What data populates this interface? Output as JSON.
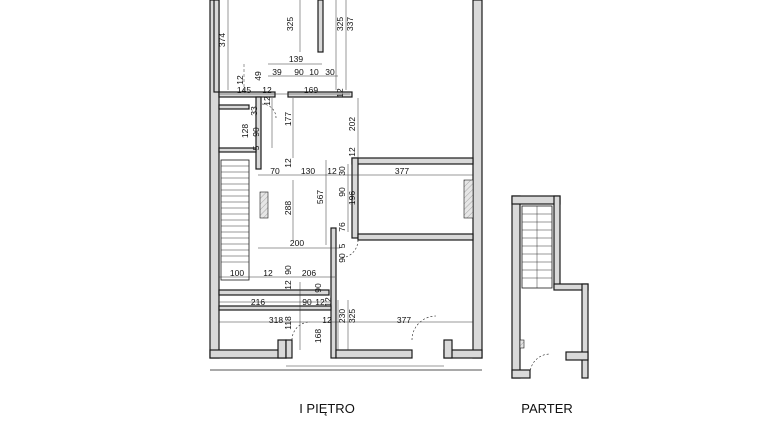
{
  "captions": {
    "first_floor": "I PIĘTRO",
    "ground_floor": "PARTER"
  },
  "dimensions": {
    "d374": "374",
    "d325a": "325",
    "d325b": "325",
    "d337": "337",
    "d139": "139",
    "d39": "39",
    "d90a": "90",
    "d10": "10",
    "d30a": "30",
    "d12a": "12",
    "d49": "49",
    "d145": "145",
    "d12b": "12",
    "d169": "169",
    "d12c": "12",
    "d33": "33",
    "d12d": "12",
    "d128": "128",
    "d5a": "5",
    "d90b": "90",
    "d177": "177",
    "d202": "202",
    "d12e": "12",
    "d12f": "12",
    "d70": "70",
    "d130": "130",
    "d12g": "12",
    "d30b": "30",
    "d377a": "377",
    "d567": "567",
    "d90c": "90",
    "d196": "196",
    "d288": "288",
    "d76": "76",
    "d200": "200",
    "d5b": "5",
    "d90d": "90",
    "d100": "100",
    "d12h": "12",
    "d90e": "90",
    "d206": "206",
    "d12i": "12",
    "d90f": "90",
    "d216": "216",
    "d90g": "90",
    "d12j": "12",
    "d12k": "12",
    "d318": "318",
    "d118": "118",
    "d168": "168",
    "d12l": "12",
    "d230": "230",
    "d325c": "325",
    "d377b": "377"
  }
}
